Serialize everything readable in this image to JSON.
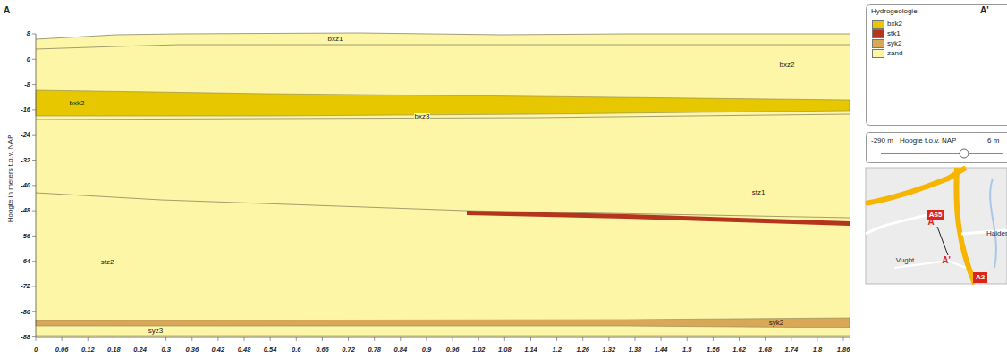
{
  "diagram": {
    "nodes": [
      {
        "text": [
          "A65"
        ]
      },
      {
        "text": [
          "A2"
        ]
      }
    ],
    "labels": [
      "A",
      "A'",
      "Hoogte in meters t.o.v. NAP",
      "8",
      "0",
      "-8",
      "-16",
      "-24",
      "-32",
      "-40",
      "-48",
      "-56",
      "-64",
      "-72",
      "-80",
      "-88",
      "0",
      "0.06",
      "0.12",
      "0.18",
      "0.24",
      "0.3",
      "0.36",
      "0.42",
      "0.48",
      "0.54",
      "0.6",
      "0.66",
      "0.72",
      "0.78",
      "0.84",
      "0.9",
      "0.96",
      "1.02",
      "1.08",
      "1.14",
      "1.2",
      "1.26",
      "1.32",
      "1.38",
      "1.44",
      "1.5",
      "1.56",
      "1.62",
      "1.68",
      "1.74",
      "1.8",
      "1.86",
      "bxz1",
      "bxz2",
      "bxk2",
      "bxz3",
      "stz1",
      "stz2",
      "syk2",
      "syz3",
      "Hydrogeologie",
      "-290 m",
      "Hoogte t.o.v. NAP",
      "6 m",
      "A",
      "A'",
      "Vught",
      "Halder"
    ],
    "legend": [
      {
        "text": "bxk2",
        "color": "#e6c700"
      },
      {
        "text": "stk1",
        "color": "#b5341c"
      },
      {
        "text": "syk2",
        "color": "#d9a856"
      },
      {
        "text": "zand",
        "color": "#fdf6a6"
      }
    ]
  }
}
